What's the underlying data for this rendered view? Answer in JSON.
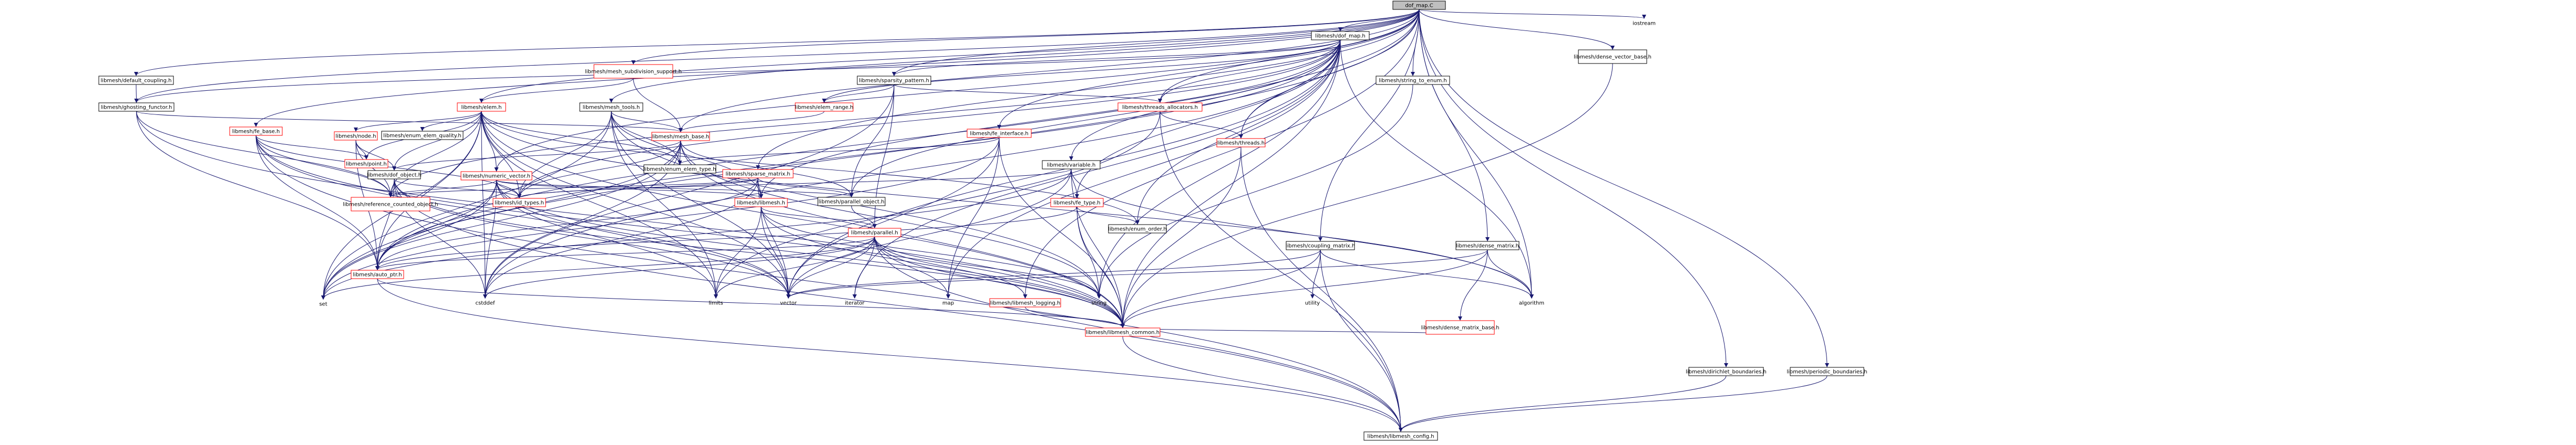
{
  "graph": {
    "colors": {
      "edge": "#191970",
      "red_border": "#ff0000",
      "black_border": "#000000",
      "root_fill": "#bfbfbf"
    },
    "nodes": [
      {
        "id": "root",
        "label": "dof_map.C",
        "style": "root"
      },
      {
        "id": "dof_map_h",
        "label": "libmesh/dof_map.h",
        "style": "black"
      },
      {
        "id": "mesh_subdivision",
        "label": "libmesh/mesh_subdivision_support.h",
        "style": "red"
      },
      {
        "id": "mesh_tools",
        "label": "libmesh/mesh_tools.h",
        "style": "black"
      },
      {
        "id": "default_coupling",
        "label": "libmesh/default_coupling.h",
        "style": "black"
      },
      {
        "id": "ghosting_functor",
        "label": "libmesh/ghosting_functor.h",
        "style": "black"
      },
      {
        "id": "sparsity_pattern",
        "label": "libmesh/sparsity_pattern.h",
        "style": "black"
      },
      {
        "id": "elem_h",
        "label": "libmesh/elem.h",
        "style": "red"
      },
      {
        "id": "elem_range",
        "label": "libmesh/elem_range.h",
        "style": "red"
      },
      {
        "id": "threads_alloc",
        "label": "libmesh/threads_allocators.h",
        "style": "red"
      },
      {
        "id": "string_to_enum",
        "label": "libmesh/string_to_enum.h",
        "style": "black"
      },
      {
        "id": "dense_vector_base",
        "label": "libmesh/dense_vector_base.h",
        "style": "black"
      },
      {
        "id": "iostream",
        "label": "iostream",
        "style": "plain"
      },
      {
        "id": "fe_base",
        "label": "libmesh/fe_base.h",
        "style": "red"
      },
      {
        "id": "node_h",
        "label": "libmesh/node.h",
        "style": "red"
      },
      {
        "id": "enum_elem_quality",
        "label": "libmesh/enum_elem_quality.h",
        "style": "black"
      },
      {
        "id": "mesh_base",
        "label": "libmesh/mesh_base.h",
        "style": "red"
      },
      {
        "id": "threads_h",
        "label": "libmesh/threads.h",
        "style": "red"
      },
      {
        "id": "fe_interface",
        "label": "libmesh/fe_interface.h",
        "style": "red"
      },
      {
        "id": "point_h",
        "label": "libmesh/point.h",
        "style": "red"
      },
      {
        "id": "dof_object",
        "label": "libmesh/dof_object.h",
        "style": "black"
      },
      {
        "id": "numeric_vector",
        "label": "libmesh/numeric_vector.h",
        "style": "red"
      },
      {
        "id": "enum_elem_type",
        "label": "libmesh/enum_elem_type.h",
        "style": "black"
      },
      {
        "id": "sparse_matrix",
        "label": "libmesh/sparse_matrix.h",
        "style": "red"
      },
      {
        "id": "variable_h",
        "label": "libmesh/variable.h",
        "style": "black"
      },
      {
        "id": "ref_counted",
        "label": "libmesh/reference_counted_object.h",
        "style": "red"
      },
      {
        "id": "id_types",
        "label": "libmesh/id_types.h",
        "style": "red"
      },
      {
        "id": "libmesh_h",
        "label": "libmesh/libmesh.h",
        "style": "red"
      },
      {
        "id": "parallel_object",
        "label": "libmesh/parallel_object.h",
        "style": "black"
      },
      {
        "id": "fe_type",
        "label": "libmesh/fe_type.h",
        "style": "red"
      },
      {
        "id": "enum_order",
        "label": "libmesh/enum_order.h",
        "style": "black"
      },
      {
        "id": "coupling_matrix",
        "label": "libmesh/coupling_matrix.h",
        "style": "black"
      },
      {
        "id": "dense_matrix",
        "label": "libmesh/dense_matrix.h",
        "style": "black"
      },
      {
        "id": "parallel_h",
        "label": "libmesh/parallel.h",
        "style": "red"
      },
      {
        "id": "auto_ptr",
        "label": "libmesh/auto_ptr.h",
        "style": "red"
      },
      {
        "id": "set",
        "label": "set",
        "style": "plain"
      },
      {
        "id": "cstddef",
        "label": "cstddef",
        "style": "plain"
      },
      {
        "id": "limits",
        "label": "limits",
        "style": "plain"
      },
      {
        "id": "vector",
        "label": "vector",
        "style": "plain"
      },
      {
        "id": "iterator",
        "label": "iterator",
        "style": "plain"
      },
      {
        "id": "map",
        "label": "map",
        "style": "plain"
      },
      {
        "id": "string",
        "label": "string",
        "style": "plain"
      },
      {
        "id": "utility",
        "label": "utility",
        "style": "plain"
      },
      {
        "id": "algorithm",
        "label": "algorithm",
        "style": "plain"
      },
      {
        "id": "libmesh_logging",
        "label": "libmesh/libmesh_logging.h",
        "style": "red"
      },
      {
        "id": "dense_matrix_base",
        "label": "libmesh/dense_matrix_base.h",
        "style": "red"
      },
      {
        "id": "libmesh_common",
        "label": "libmesh/libmesh_common.h",
        "style": "red"
      },
      {
        "id": "dirichlet",
        "label": "libmesh/dirichlet_boundaries.h",
        "style": "black"
      },
      {
        "id": "periodic",
        "label": "libmesh/periodic_boundaries.h",
        "style": "black"
      },
      {
        "id": "libmesh_config",
        "label": "libmesh/libmesh_config.h",
        "style": "black"
      }
    ]
  }
}
